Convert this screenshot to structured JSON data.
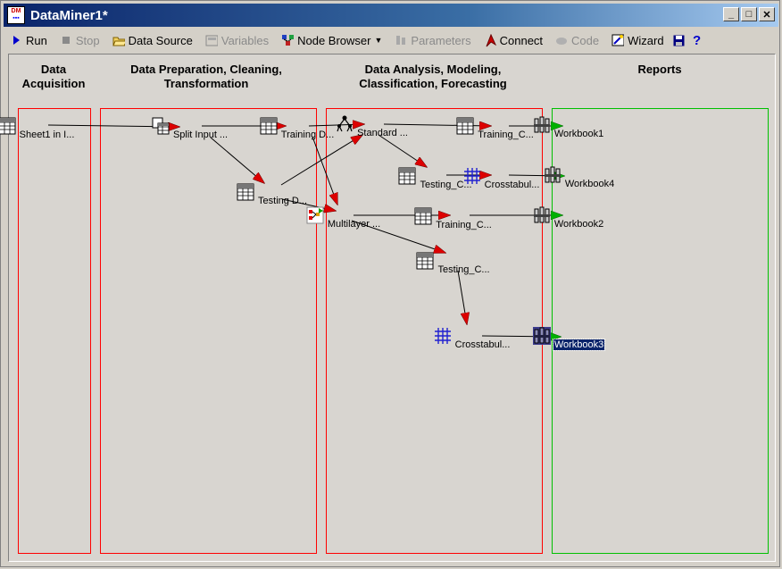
{
  "window": {
    "title": "DataMiner1*",
    "icon_text": "DM",
    "accent": "#0a246a"
  },
  "toolbar": {
    "run": "Run",
    "stop": "Stop",
    "data_source": "Data Source",
    "variables": "Variables",
    "node_browser": "Node Browser",
    "parameters": "Parameters",
    "connect": "Connect",
    "code": "Code",
    "wizard": "Wizard"
  },
  "stages": {
    "acquisition": {
      "line1": "Data",
      "line2": "Acquisition",
      "color": "#ff0000"
    },
    "preparation": {
      "line1": "Data Preparation, Cleaning,",
      "line2": "Transformation",
      "color": "#ff0000"
    },
    "analysis": {
      "line1": "Data Analysis, Modeling,",
      "line2": "Classification, Forecasting",
      "color": "#ff0000"
    },
    "reports": {
      "line1": "Reports",
      "line2": "",
      "color": "#00c000"
    }
  },
  "nodes": {
    "sheet1": "Sheet1 in I...",
    "split_input": "Split Input ...",
    "training_d": "Training D...",
    "testing_d": "Testing D...",
    "standard": "Standard ...",
    "multilayer": "Multilayer ...",
    "training_c1": "Training_C...",
    "testing_c1": "Testing_C...",
    "crosstabul1": "Crosstabul...",
    "training_c2": "Training_C...",
    "testing_c2": "Testing_C...",
    "crosstabul2": "Crosstabul...",
    "workbook1": "Workbook1",
    "workbook4": "Workbook4",
    "workbook2": "Workbook2",
    "workbook3": "Workbook3"
  },
  "colors": {
    "arrow_red": "#dd0000",
    "arrow_green": "#00b000",
    "selected_label": "#0a246a"
  }
}
